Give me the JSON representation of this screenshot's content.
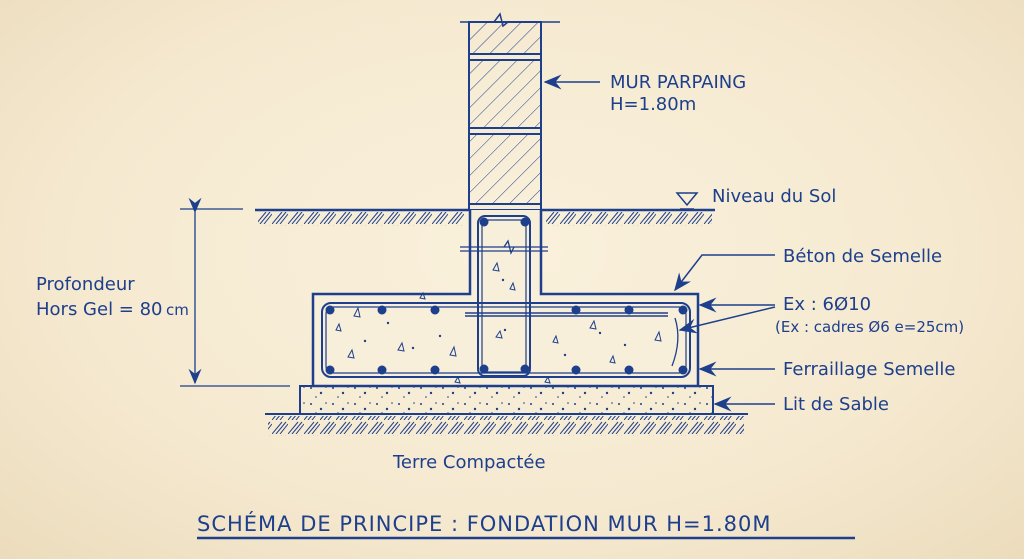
{
  "diagram": {
    "title": "SCHÉMA DE PRINCIPE : FONDATION MUR H=1.80M",
    "ink_color": "#1d3f8c",
    "paper_color": "#f6ecd6",
    "labels": {
      "wall_name": "MUR PARPAING",
      "wall_height": "H=1.80m",
      "ground_level": "Niveau du Sol",
      "footing_concrete": "Béton de Semelle",
      "rebar_main": "Ex : 6Ø10",
      "rebar_stirrups": "(Ex : cadres Ø6 e=25cm)",
      "footing_reinforcement": "Ferraillage Semelle",
      "sand_bed": "Lit de Sable",
      "compacted_soil": "Terre Compactée",
      "depth_line1": "Profondeur",
      "depth_line2": "Hors Gel = 80",
      "depth_unit": "cm"
    },
    "symbols": [
      "ground-level-triangle-icon",
      "break-line-icon",
      "dimension-arrow-icon",
      "leader-arrow-icon"
    ]
  }
}
